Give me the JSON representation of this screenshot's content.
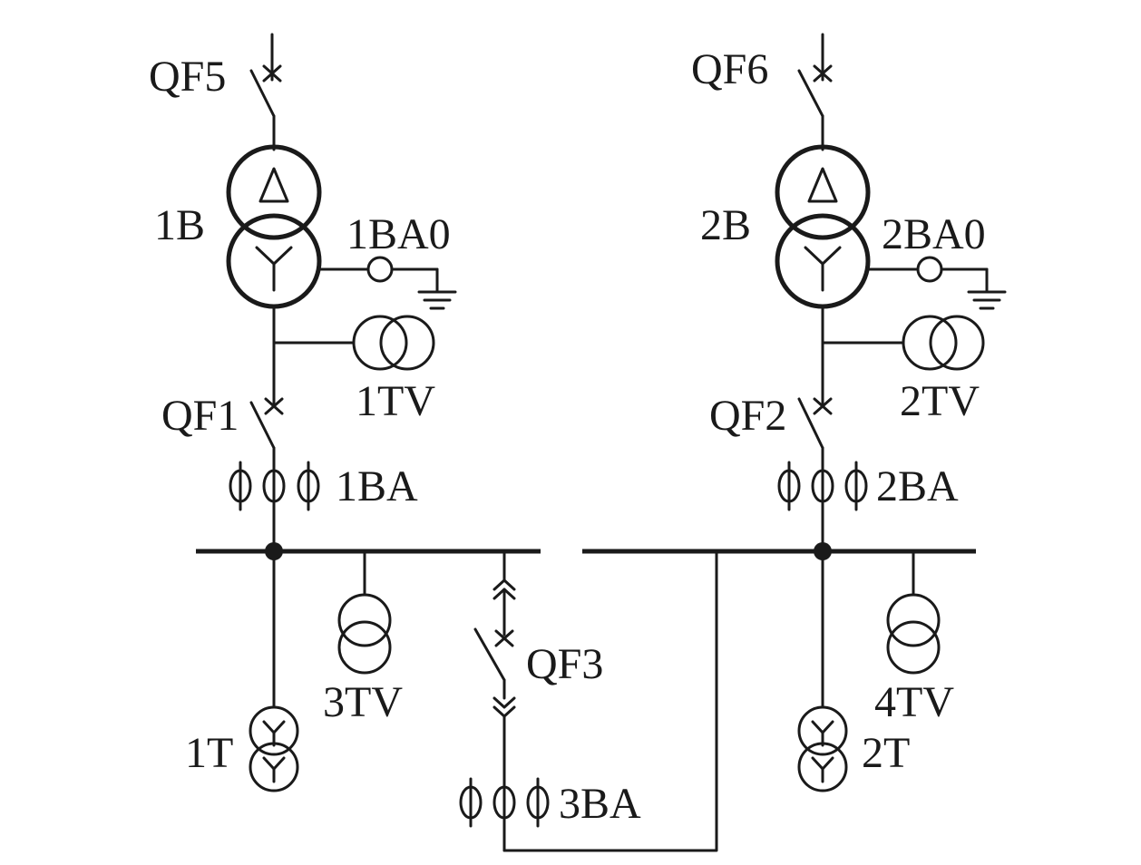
{
  "labels": {
    "qf5": "QF5",
    "qf6": "QF6",
    "t1b": "1B",
    "t2b": "2B",
    "ba1_0": "1BA0",
    "ba2_0": "2BA0",
    "tv1": "1TV",
    "tv2": "2TV",
    "qf1": "QF1",
    "qf2": "QF2",
    "ba1": "1BA",
    "ba2": "2BA",
    "tv3": "3TV",
    "tv4": "4TV",
    "qf3": "QF3",
    "t1": "1T",
    "t2": "2T",
    "ba3": "3BA"
  },
  "symbols": {
    "delta": "Δ",
    "phi": "ϕ"
  }
}
